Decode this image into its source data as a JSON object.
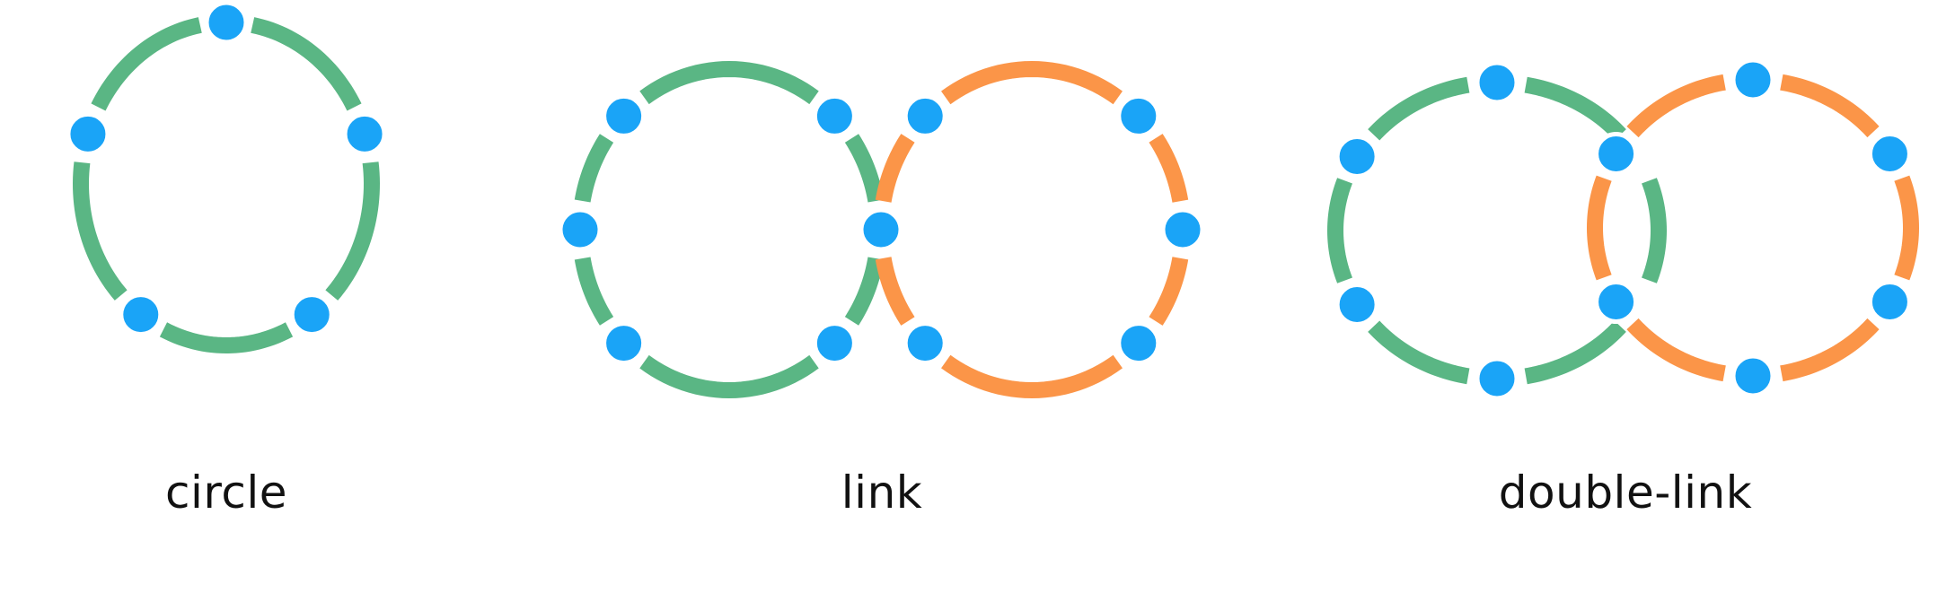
{
  "colors": {
    "background": "#ffffff",
    "green": "#5ab684",
    "orange": "#fb9548",
    "node": "#1aa4f7",
    "node_outline": "#ffffff"
  },
  "panels": [
    {
      "id": "circle",
      "caption": "circle"
    },
    {
      "id": "link",
      "caption": "link"
    },
    {
      "id": "double-link",
      "caption": "double-link"
    }
  ]
}
